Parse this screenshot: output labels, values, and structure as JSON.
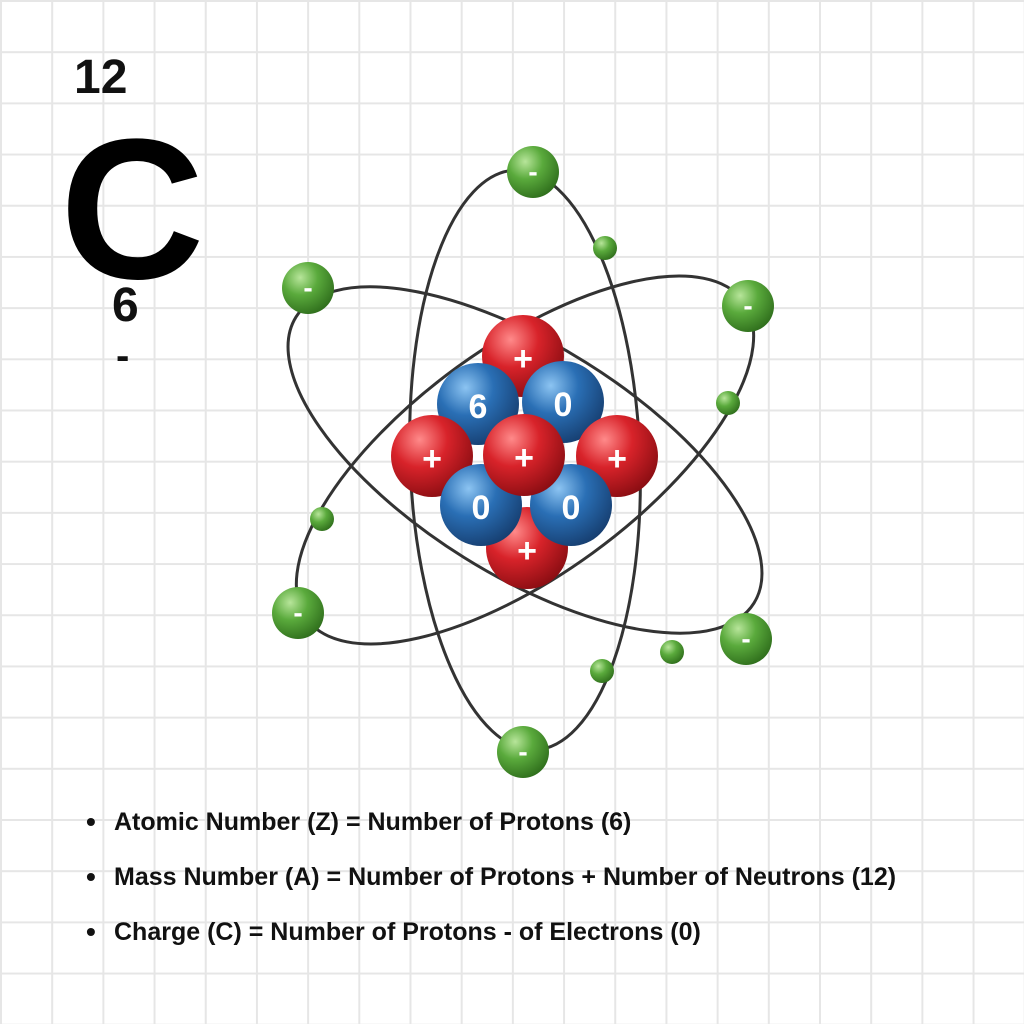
{
  "element": {
    "mass_number": "12",
    "symbol": "C",
    "atomic_number": "6",
    "charge": "-"
  },
  "nucleus": {
    "protons": [
      {
        "label": "+"
      },
      {
        "label": "+"
      },
      {
        "label": "+"
      },
      {
        "label": "+"
      },
      {
        "label": "+"
      }
    ],
    "neutrons": [
      {
        "label": "6"
      },
      {
        "label": "0"
      },
      {
        "label": "0"
      },
      {
        "label": "0"
      }
    ]
  },
  "electrons": [
    {
      "label": "-"
    },
    {
      "label": "-"
    },
    {
      "label": "-"
    },
    {
      "label": "-"
    },
    {
      "label": "-"
    },
    {
      "label": "-"
    }
  ],
  "colors": {
    "proton": "#d8232a",
    "neutron": "#2a6fb5",
    "electron": "#5aaa3c",
    "orbit": "#333333"
  },
  "facts": [
    "Atomic Number (Z) = Number of Protons (6)",
    "Mass Number (A) = Number of Protons + Number of Neutrons (12)",
    "Charge (C) = Number of Protons - of Electrons (0)"
  ]
}
